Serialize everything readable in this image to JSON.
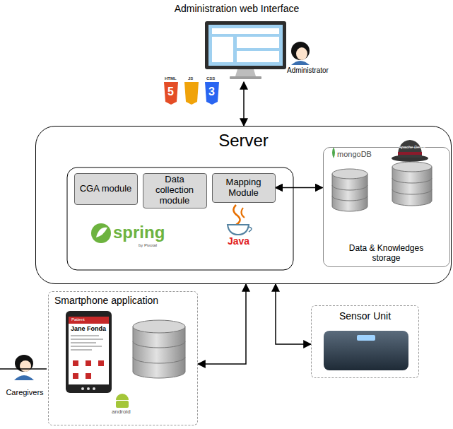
{
  "diagram": {
    "nodes": [
      {
        "text": [
          "Administration web Interface"
        ]
      },
      {
        "text": [
          "Server"
        ]
      },
      {
        "text": [
          "CGA module"
        ],
        "in": 1
      },
      {
        "text": [
          "Data collection module"
        ],
        "in": 1
      },
      {
        "text": [
          "Mapping Module"
        ],
        "in": 1
      },
      {
        "text": [
          "Data & Knowledges storage"
        ],
        "in": 1
      },
      {
        "text": [
          "Business database"
        ],
        "in": 5
      },
      {
        "text": [
          "Knowledge database"
        ],
        "in": 5
      },
      {
        "text": [
          "Smartphone application"
        ]
      },
      {
        "text": [
          "Caregiver Interface"
        ],
        "in": 8
      },
      {
        "text": [
          "Local database"
        ],
        "in": 8
      },
      {
        "text": [
          "Caregivers"
        ]
      },
      {
        "text": [
          "Sensor Unit"
        ]
      }
    ],
    "edges": [
      {
        "from": 0,
        "to": 1,
        "arrow": "both"
      },
      {
        "from": 4,
        "to": 5,
        "arrow": "both"
      },
      {
        "from": 9,
        "to": 10,
        "arrow": "both"
      },
      {
        "from": 8,
        "to": 1,
        "arrow": "both"
      },
      {
        "from": 1,
        "to": 12,
        "arrow": "both"
      },
      {
        "from": 11,
        "to": 9,
        "arrow": "to"
      }
    ],
    "labels": [
      "Administrator",
      "HTML",
      "5",
      "JS",
      "CSS",
      "3",
      "spring",
      "by Pivotal",
      "Java",
      "mongoDB",
      "Apache Derby",
      "Patient",
      "Jane Fonda",
      "android"
    ]
  }
}
